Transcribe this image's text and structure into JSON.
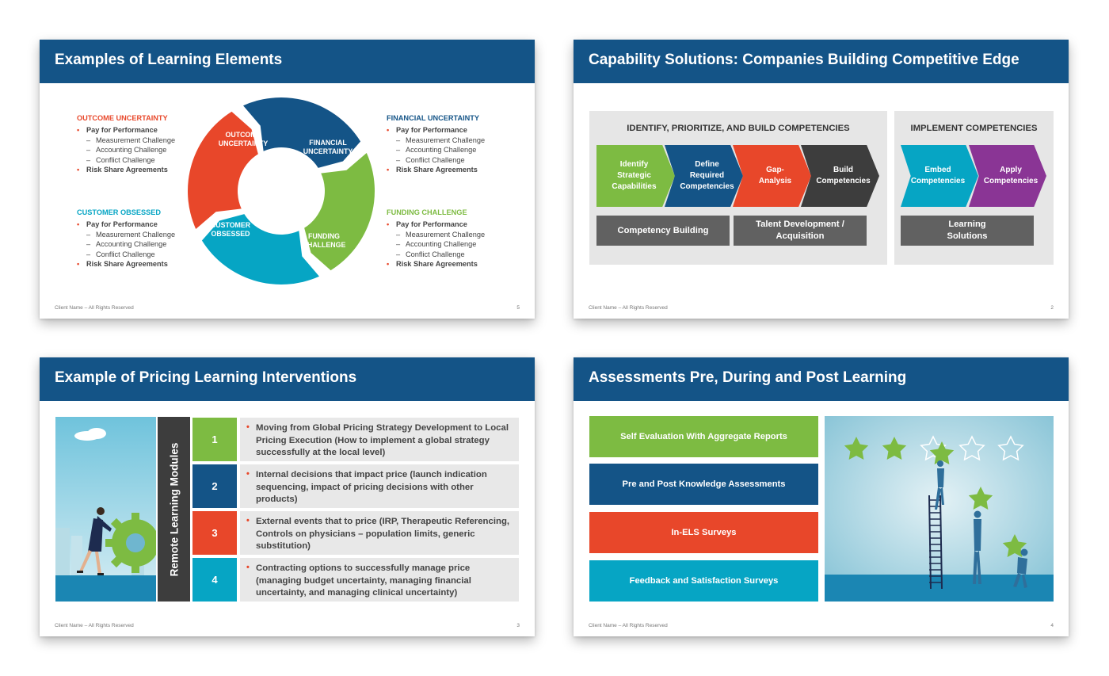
{
  "colors": {
    "header": "#145487",
    "red": "#e8472a",
    "blue": "#145487",
    "teal": "#06a5c4",
    "green": "#7dbb42",
    "gray": "#616161",
    "dark": "#3d3d3d",
    "purple": "#8a3595"
  },
  "slide1": {
    "title": "Examples of Learning Elements",
    "footer": "Client Name – All Rights Reserved",
    "page": "5",
    "cycle_labels": [
      "OUTCOME UNCERTAINTY",
      "FINANCIAL UNCERTAINTY",
      "FUNDING CHALLENGE",
      "CUSTOMER OBSESSED"
    ],
    "lists": [
      {
        "title": "OUTCOME UNCERTAINTY",
        "color": "#e8472a",
        "bullet1": "Pay for Performance",
        "subs": [
          "Measurement Challenge",
          "Accounting Challenge",
          "Conflict Challenge"
        ],
        "bullet2": "Risk Share Agreements"
      },
      {
        "title": "FINANCIAL UNCERTAINTY",
        "color": "#145487",
        "bullet1": "Pay for Performance",
        "subs": [
          "Measurement Challenge",
          "Accounting Challenge",
          "Conflict Challenge"
        ],
        "bullet2": "Risk Share Agreements"
      },
      {
        "title": "CUSTOMER OBSESSED",
        "color": "#06a5c4",
        "bullet1": "Pay for Performance",
        "subs": [
          "Measurement Challenge",
          "Accounting Challenge",
          "Conflict Challenge"
        ],
        "bullet2": "Risk Share Agreements"
      },
      {
        "title": "FUNDING CHALLENGE",
        "color": "#7dbb42",
        "bullet1": "Pay for Performance",
        "subs": [
          "Measurement Challenge",
          "Accounting Challenge",
          "Conflict Challenge"
        ],
        "bullet2": "Risk Share Agreements"
      }
    ]
  },
  "slide2": {
    "title": "Capability Solutions: Companies Building Competitive Edge",
    "footer": "Client Name – All Rights Reserved",
    "page": "2",
    "panel1_title": "IDENTIFY, PRIORITIZE, AND BUILD COMPETENCIES",
    "panel2_title": "IMPLEMENT COMPETENCIES",
    "chevrons1": [
      "Identify Strategic Capabilities",
      "Define Required Competencies",
      "Gap-Analysis",
      "Build Competencies"
    ],
    "chevrons2": [
      "Embed Competencies",
      "Apply Competencies"
    ],
    "boxes": [
      "Competency Building",
      "Talent Development / Acquisition",
      "Learning Solutions"
    ]
  },
  "slide3": {
    "title": "Example of Pricing Learning Interventions",
    "footer": "Client Name – All Rights Reserved",
    "page": "3",
    "vertical_label": "Remote Learning Modules",
    "modules": [
      {
        "num": "1",
        "text": "Moving from Global Pricing Strategy Development to Local Pricing Execution (How to implement a global strategy successfully at the local level)"
      },
      {
        "num": "2",
        "text": "Internal decisions that impact price (launch indication sequencing, impact of pricing decisions with other products)"
      },
      {
        "num": "3",
        "text": "External events that to price (IRP, Therapeutic Referencing, Controls on physicians – population limits, generic substitution)"
      },
      {
        "num": "4",
        "text": "Contracting options to successfully manage price (managing budget uncertainty, managing financial uncertainty, and managing clinical uncertainty)"
      }
    ]
  },
  "slide4": {
    "title": "Assessments Pre, During and Post Learning",
    "footer": "Client Name – All Rights Reserved",
    "page": "4",
    "items": [
      "Self Evaluation With Aggregate Reports",
      "Pre and Post Knowledge Assessments",
      "In-ELS Surveys",
      "Feedback and Satisfaction Surveys"
    ]
  }
}
